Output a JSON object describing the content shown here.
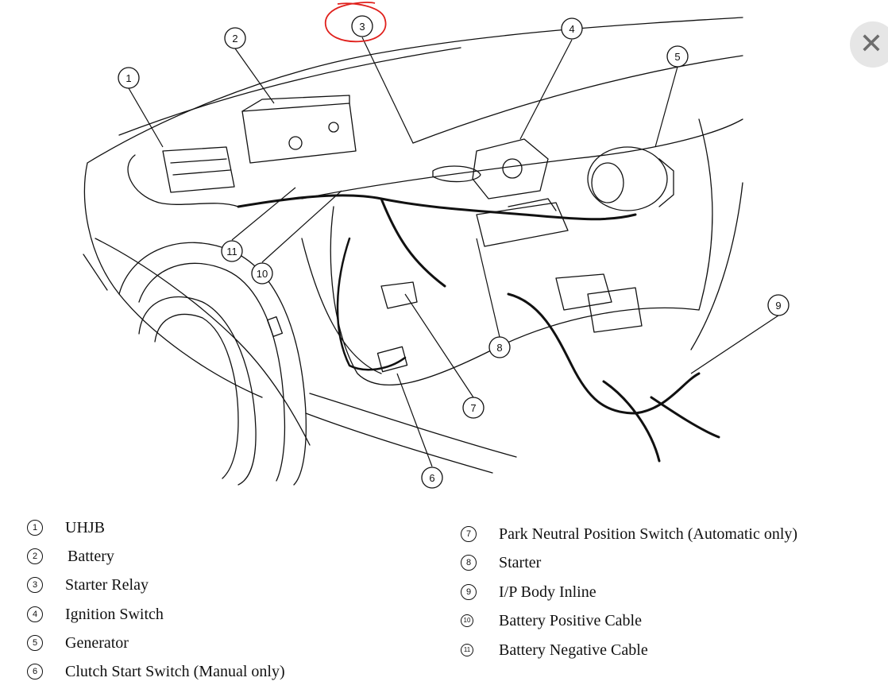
{
  "diagram": {
    "callouts": [
      "1",
      "2",
      "3",
      "4",
      "5",
      "6",
      "7",
      "8",
      "9",
      "10",
      "11"
    ],
    "highlight_color": "#e0201c",
    "highlighted_callout": "3"
  },
  "legend": {
    "left": [
      {
        "num": "1",
        "label": "UHJB"
      },
      {
        "num": "2",
        "label": "Battery"
      },
      {
        "num": "3",
        "label": "Starter Relay"
      },
      {
        "num": "4",
        "label": "Ignition Switch"
      },
      {
        "num": "5",
        "label": "Generator"
      },
      {
        "num": "6",
        "label": "Clutch Start Switch (Manual only)"
      }
    ],
    "right": [
      {
        "num": "7",
        "label": "Park Neutral Position Switch (Automatic only)"
      },
      {
        "num": "8",
        "label": "Starter"
      },
      {
        "num": "9",
        "label": "I/P Body Inline"
      },
      {
        "num": "10",
        "label": "Battery Positive Cable"
      },
      {
        "num": "11",
        "label": "Battery Negative Cable"
      }
    ]
  },
  "close_button": {
    "icon": "close-icon",
    "glyph": "✕"
  }
}
